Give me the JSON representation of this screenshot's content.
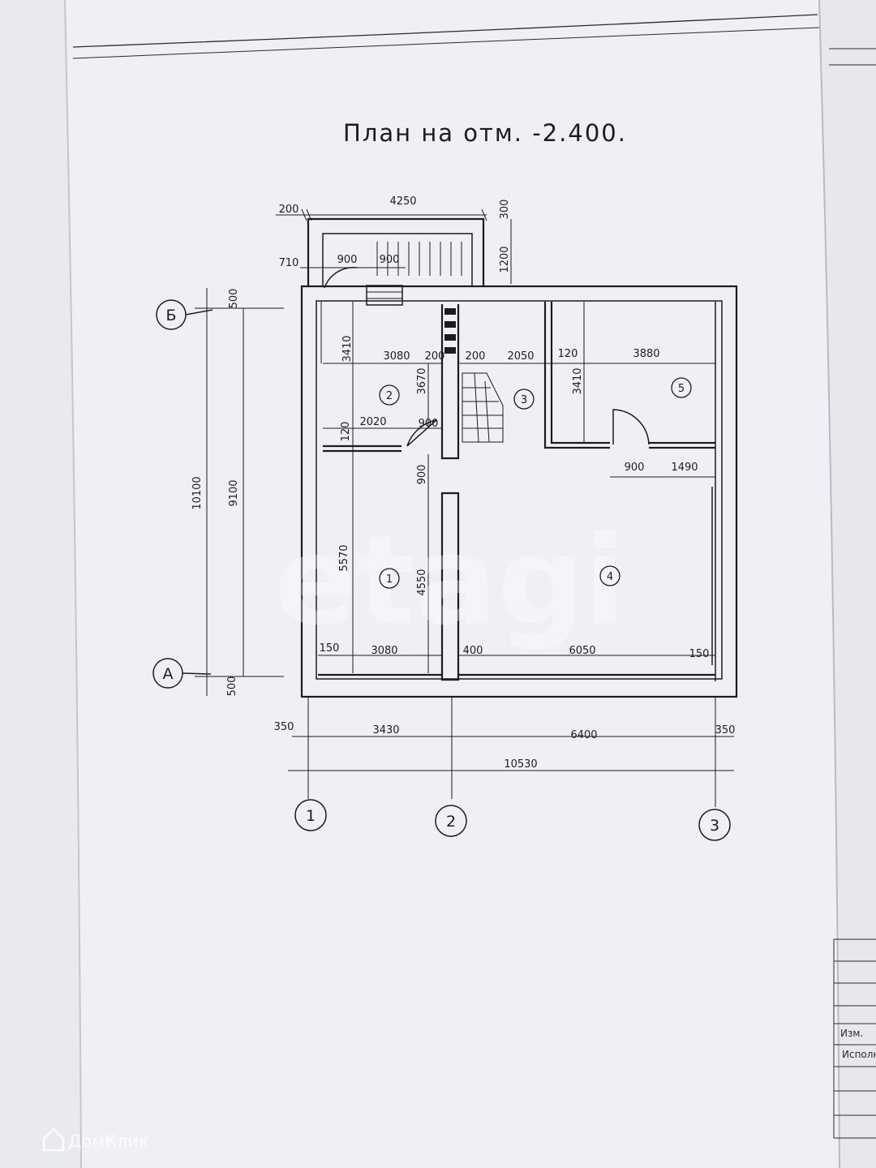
{
  "plan": {
    "title": "План на отм. -2.400.",
    "watermark": "etagi",
    "brand": "ДомКлик",
    "rooms": [
      "1",
      "2",
      "3",
      "4",
      "5"
    ],
    "axes_numeric": [
      "1",
      "2",
      "3"
    ],
    "axes_letter": [
      "А",
      "Б"
    ],
    "dimensions": {
      "top_200": "200",
      "top_4250": "4250",
      "top_300": "300",
      "stair_710": "710",
      "stair_900a": "900",
      "stair_900b": "900",
      "stair_1200": "1200",
      "left_500_top": "500",
      "left_10100": "10100",
      "left_9100": "9100",
      "left_500_bottom": "500",
      "r2_3410": "3410",
      "r2_3080": "3080",
      "r2_200": "200",
      "r2_3670": "3670",
      "r3_200": "200",
      "r3_2050": "2050",
      "r5_120": "120",
      "r5_3880": "3880",
      "r5_3410": "3410",
      "r2_120": "120",
      "r2_2020": "2020",
      "r2_door_900": "900",
      "r1_900": "900",
      "r5_door_900": "900",
      "r5_1490": "1490",
      "r1_5570": "5570",
      "r1_4550": "4550",
      "r1_150": "150",
      "r1_3080": "3080",
      "r4_400": "400",
      "r4_6050": "6050",
      "r4_150": "150",
      "bot_350a": "350",
      "bot_3430": "3430",
      "bot_6400": "6400",
      "bot_350b": "350",
      "bot_10530": "10530"
    },
    "stamp": {
      "row1": "Изм.",
      "row2": "Исполн"
    }
  }
}
